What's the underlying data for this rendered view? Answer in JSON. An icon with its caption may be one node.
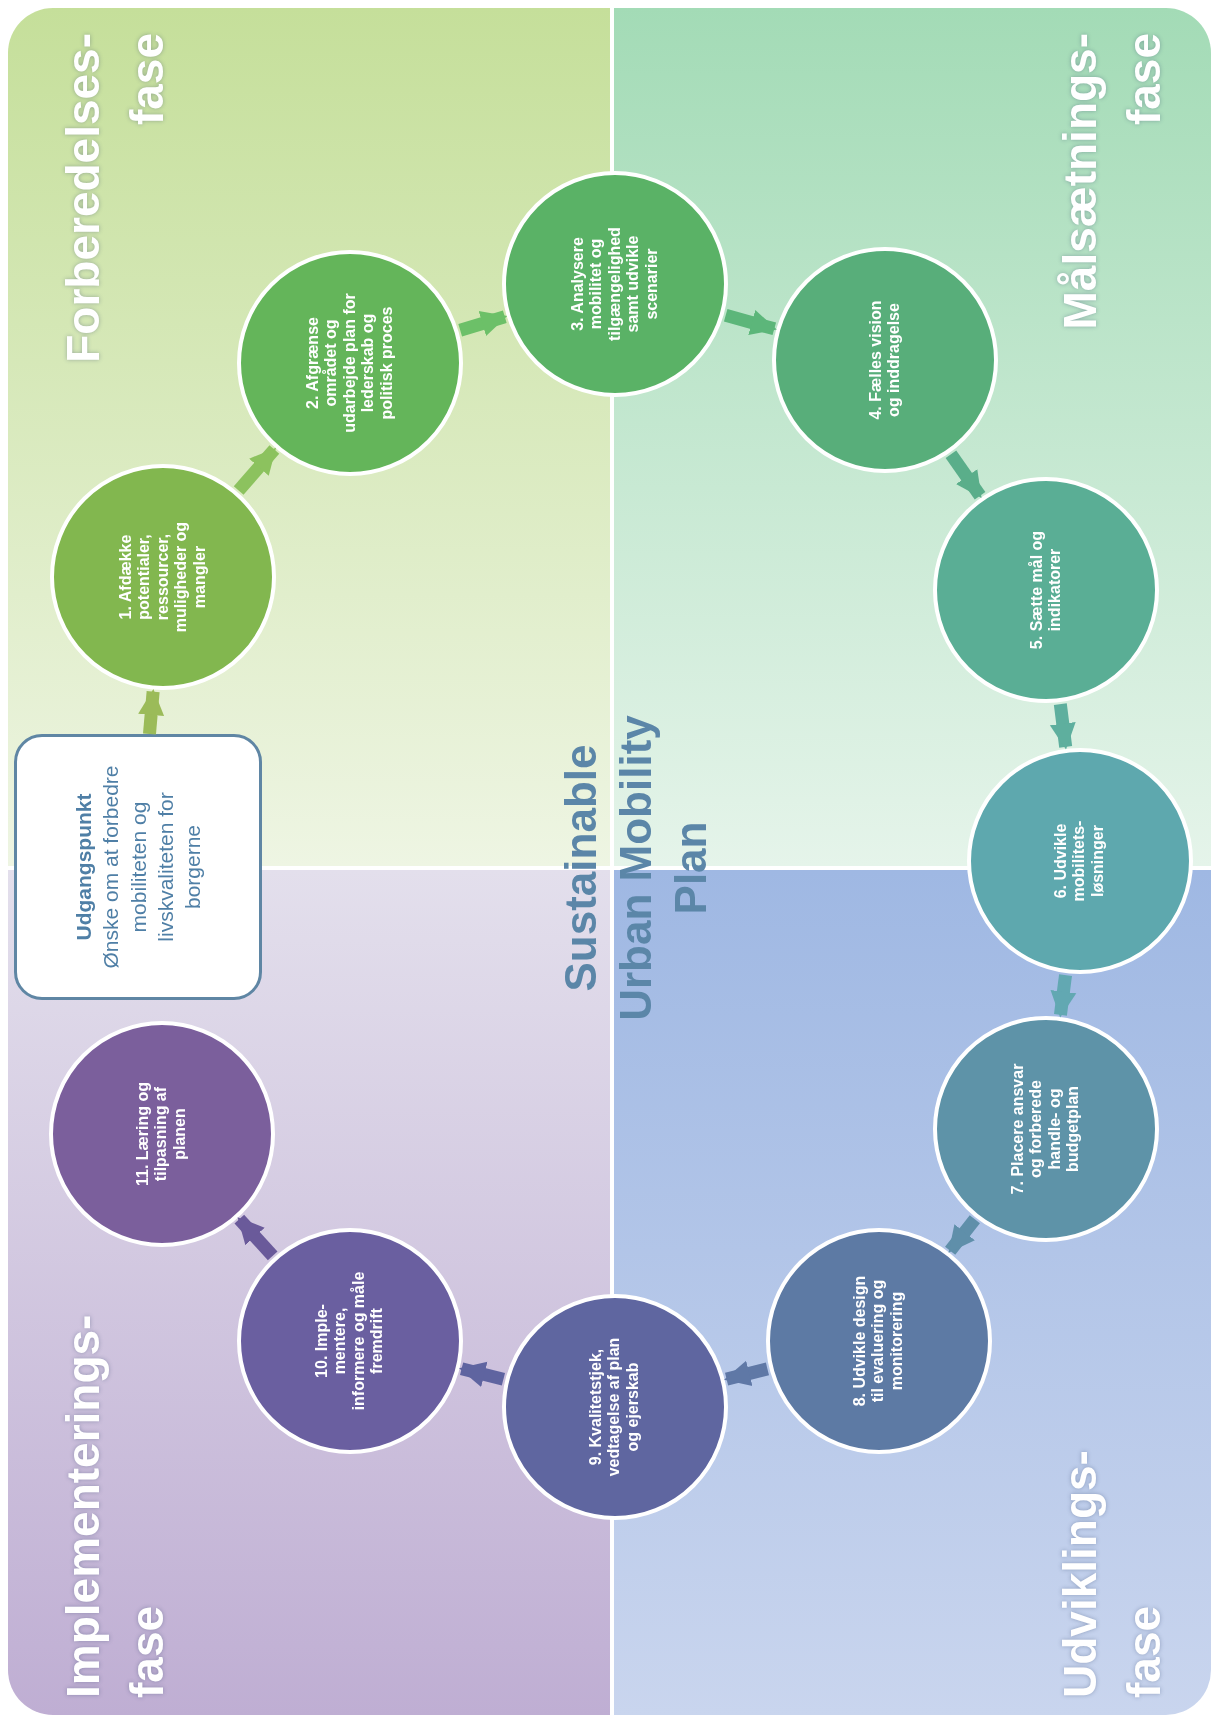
{
  "diagram": {
    "title": "Sustainable Urban Mobility Plan",
    "nodes": [
      {
        "text": [
          "Forberedelses-fase"
        ]
      },
      {
        "text": [
          "Målsætnings-fase"
        ]
      },
      {
        "text": [
          "Implementerings-fase"
        ]
      },
      {
        "text": [
          "Udviklings-fase"
        ]
      },
      {
        "text": [
          "Udgangspunkt",
          "Ønske om at forbedre mobiliteten og livskvaliteten for borgerne"
        ]
      },
      {
        "text": [
          "1. Afdække potentialer, ressourcer, muligheder og mangler"
        ],
        "in": 0
      },
      {
        "text": [
          "2. Afgrænse området og udarbejde plan for lederskab og politisk proces"
        ],
        "in": 0
      },
      {
        "text": [
          "3. Analysere mobilitet og tilgængelighed samt udvikle scenarier"
        ]
      },
      {
        "text": [
          "4. Fælles vision og inddragelse"
        ],
        "in": 1
      },
      {
        "text": [
          "5. Sætte mål og indikatorer"
        ],
        "in": 1
      },
      {
        "text": [
          "6. Udvikle mobilitets-løsninger"
        ]
      },
      {
        "text": [
          "7. Placere ansvar og forberede handle- og budgetplan"
        ],
        "in": 3
      },
      {
        "text": [
          "8. Udvikle design til evaluering og monitorering"
        ],
        "in": 3
      },
      {
        "text": [
          "9. Kvalitetstjek, vedtagelse af plan og ejerskab"
        ]
      },
      {
        "text": [
          "10. Imple-mentere, informere og måle fremdrift"
        ],
        "in": 2
      },
      {
        "text": [
          "11. Læring og tilpasning af planen"
        ],
        "in": 2
      }
    ],
    "edges": [
      {
        "from": 4,
        "to": 5,
        "arrow": "to",
        "color": "#9bbb59"
      },
      {
        "from": 5,
        "to": 6,
        "arrow": "to",
        "color": "#8cc25e"
      },
      {
        "from": 6,
        "to": 7,
        "arrow": "to",
        "color": "#6cc068"
      },
      {
        "from": 7,
        "to": 8,
        "arrow": "to",
        "color": "#5cb67a"
      },
      {
        "from": 8,
        "to": 9,
        "arrow": "to",
        "color": "#5aae8a"
      },
      {
        "from": 9,
        "to": 10,
        "arrow": "to",
        "color": "#5eaf9e"
      },
      {
        "from": 10,
        "to": 11,
        "arrow": "to",
        "color": "#62a8b2"
      },
      {
        "from": 11,
        "to": 12,
        "arrow": "to",
        "color": "#5f8faa"
      },
      {
        "from": 12,
        "to": 13,
        "arrow": "to",
        "color": "#5f78a6"
      },
      {
        "from": 13,
        "to": 14,
        "arrow": "to",
        "color": "#5f64a0"
      },
      {
        "from": 14,
        "to": 15,
        "arrow": "to",
        "color": "#6a5a9a"
      }
    ]
  }
}
